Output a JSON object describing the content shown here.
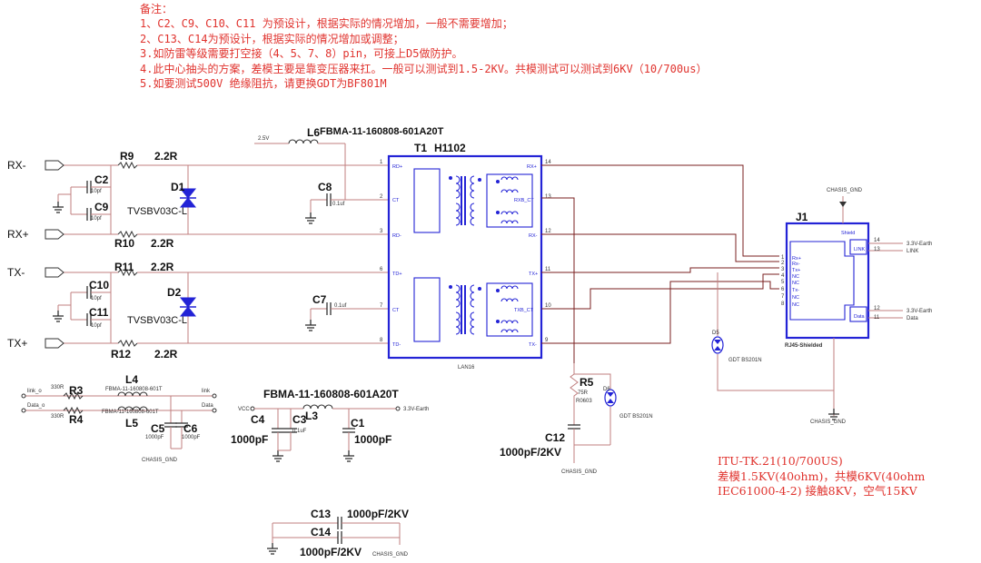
{
  "notes": {
    "title": "备注：",
    "lines": [
      "1、C2、C9、C10、C11 为预设计，根据实际的情况增加，一般不需要增加；",
      "2、C13、C14为预设计，根据实际的情况增加或调整；",
      "3.如防雷等级需要打空接（4、5、7、8）pin，可接上D5做防护。",
      "4.此中心抽头的方案，差模主要是靠变压器来扛。一般可以测试到1.5-2KV。共模测试可以测试到6KV（10/700us）",
      "5.如要测试500V 绝缘阻抗，请更换GDT为BF801M"
    ]
  },
  "spec": {
    "lines": [
      "ITU-TK.21(10/700US)",
      "差模1.5KV(40ohm)，共模6KV(40ohm",
      "IEC61000-4-2) 接触8KV，空气15KV"
    ]
  },
  "schematic": {
    "ports": {
      "rxn": "RX-",
      "rxp": "RX+",
      "txn": "TX-",
      "txp": "TX+"
    },
    "r9": {
      "ref": "R9",
      "val": "2.2R"
    },
    "r10": {
      "ref": "R10",
      "val": "2.2R"
    },
    "r11": {
      "ref": "R11",
      "val": "2.2R"
    },
    "r12": {
      "ref": "R12",
      "val": "2.2R"
    },
    "c2": {
      "ref": "C2",
      "val": "10pf"
    },
    "c9": {
      "ref": "C9",
      "val": "10pf"
    },
    "c10": {
      "ref": "C10",
      "val": "10pf"
    },
    "c11": {
      "ref": "C11",
      "val": "10pf"
    },
    "d1": {
      "ref": "D1",
      "part": "TVSBV03C-L"
    },
    "d2": {
      "ref": "D2",
      "part": "TVSBV03C-L"
    },
    "l6": {
      "ref": "L6",
      "part": "FBMA-11-160808-601A20T",
      "rail": "2.5V"
    },
    "c8": {
      "ref": "C8",
      "val": "0.1uf"
    },
    "c7": {
      "ref": "C7",
      "val": "0.1uf"
    },
    "t1": {
      "ref": "T1",
      "part": "H1102",
      "footprint": "LAN16",
      "pins_left": [
        "RD+",
        "CT",
        "RD-",
        "TD+",
        "CT",
        "TD-"
      ],
      "pins_right": [
        "RX+",
        "RXB_CT",
        "RX-",
        "TX+",
        "TXB_CT",
        "TX-"
      ],
      "nums_left": [
        "1",
        "2",
        "3",
        "6",
        "7",
        "8"
      ],
      "nums_right": [
        "14",
        "13",
        "12",
        "11",
        "10",
        "9"
      ]
    },
    "r5": {
      "ref": "R5",
      "val": "75R",
      "fp": "R0603"
    },
    "d6": {
      "ref": "D6",
      "part": "GDT BS201N"
    },
    "c12": {
      "ref": "C12",
      "val": "1000pF/2KV"
    },
    "j1": {
      "ref": "J1",
      "part": "RJ45-Shielded",
      "gnd": "CHASIS_GND",
      "pins": [
        "Rx+",
        "Rx-",
        "Tx+",
        "NC",
        "NC",
        "Tx-",
        "NC",
        "NC"
      ],
      "nums": [
        "1",
        "2",
        "3",
        "4",
        "5",
        "6",
        "7",
        "8"
      ],
      "led1": "3.3V-Earth",
      "led1b": "LINK",
      "led2": "3.3V-Earth",
      "led2b": "Data",
      "lnk": "LINK",
      "act": "Data",
      "shield": "Shield"
    },
    "d5": {
      "ref": "D5",
      "part": "GDT BS201N"
    },
    "chasis_gnd": "CHASIS_GND",
    "r3": {
      "ref": "R3",
      "val": "330R"
    },
    "r4": {
      "ref": "R4",
      "val": "330R"
    },
    "l4": {
      "ref": "L4",
      "part": "FBMA-11-160808-601T"
    },
    "l5": {
      "ref": "L5",
      "part": "FBMA-11-160808-601T"
    },
    "c5": {
      "ref": "C5",
      "val": "1000pF"
    },
    "c6": {
      "ref": "C6",
      "val": "1000pF"
    },
    "sig": {
      "link_o": "link_o",
      "data_o": "Data_o",
      "link": "link",
      "data": "Data"
    },
    "l3": {
      "ref": "L3",
      "part": "FBMA-11-160808-601A20T",
      "vcc": "VCC",
      "out": "3.3V-Earth"
    },
    "c4": {
      "ref": "C4",
      "val": "1000pF"
    },
    "c3": {
      "ref": "C3",
      "val": "0.1uF"
    },
    "c1": {
      "ref": "C1",
      "val": "1000pF"
    },
    "c13": {
      "ref": "C13",
      "val": "1000pF/2KV"
    },
    "c14": {
      "ref": "C14",
      "val": "1000pF/2KV"
    }
  }
}
